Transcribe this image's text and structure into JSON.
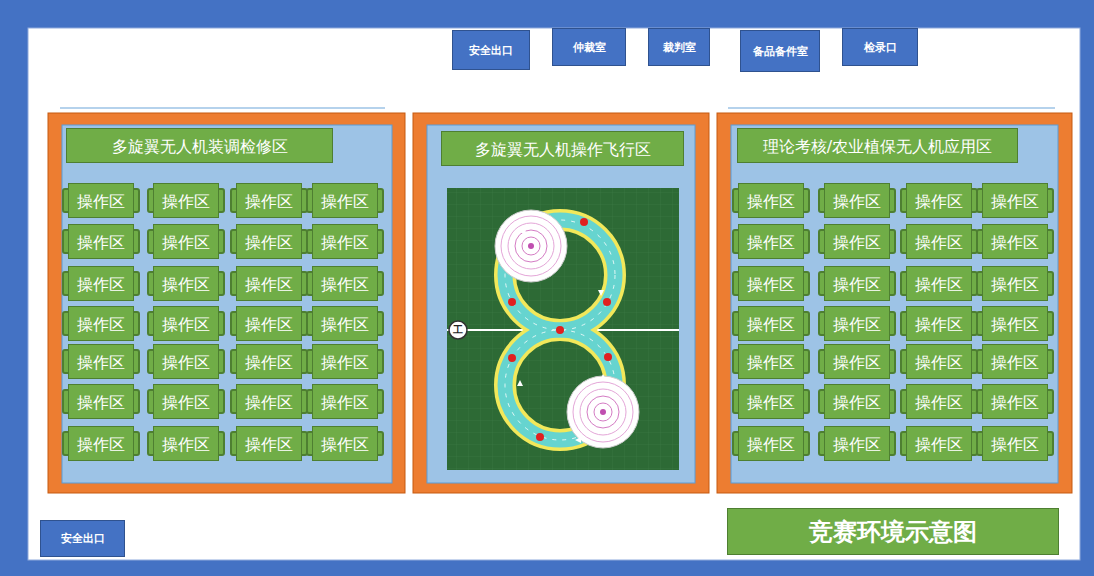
{
  "diagram": {
    "nodes": [
      {
        "text": [
          "安全出口"
        ]
      },
      {
        "text": [
          "仲裁室"
        ]
      },
      {
        "text": [
          "裁判室"
        ]
      },
      {
        "text": [
          "备品备件室"
        ]
      },
      {
        "text": [
          "检录口"
        ]
      },
      {
        "text": [
          "多旋翼无人机装调检修区"
        ]
      },
      {
        "text": [
          "操作区"
        ],
        "in": 5
      },
      {
        "text": [
          "操作区"
        ],
        "in": 5
      },
      {
        "text": [
          "操作区"
        ],
        "in": 5
      },
      {
        "text": [
          "操作区"
        ],
        "in": 5
      },
      {
        "text": [
          "操作区"
        ],
        "in": 5
      },
      {
        "text": [
          "操作区"
        ],
        "in": 5
      },
      {
        "text": [
          "操作区"
        ],
        "in": 5
      },
      {
        "text": [
          "操作区"
        ],
        "in": 5
      },
      {
        "text": [
          "操作区"
        ],
        "in": 5
      },
      {
        "text": [
          "操作区"
        ],
        "in": 5
      },
      {
        "text": [
          "操作区"
        ],
        "in": 5
      },
      {
        "text": [
          "操作区"
        ],
        "in": 5
      },
      {
        "text": [
          "操作区"
        ],
        "in": 5
      },
      {
        "text": [
          "操作区"
        ],
        "in": 5
      },
      {
        "text": [
          "操作区"
        ],
        "in": 5
      },
      {
        "text": [
          "操作区"
        ],
        "in": 5
      },
      {
        "text": [
          "操作区"
        ],
        "in": 5
      },
      {
        "text": [
          "操作区"
        ],
        "in": 5
      },
      {
        "text": [
          "操作区"
        ],
        "in": 5
      },
      {
        "text": [
          "操作区"
        ],
        "in": 5
      },
      {
        "text": [
          "操作区"
        ],
        "in": 5
      },
      {
        "text": [
          "操作区"
        ],
        "in": 5
      },
      {
        "text": [
          "操作区"
        ],
        "in": 5
      },
      {
        "text": [
          "操作区"
        ],
        "in": 5
      },
      {
        "text": [
          "操作区"
        ],
        "in": 5
      },
      {
        "text": [
          "操作区"
        ],
        "in": 5
      },
      {
        "text": [
          "操作区"
        ],
        "in": 5
      },
      {
        "text": [
          "操作区"
        ],
        "in": 5
      },
      {
        "text": [
          "多旋翼无人机操作飞行区"
        ]
      },
      {
        "text": [
          "理论考核/农业植保无人机应用区"
        ]
      },
      {
        "text": [
          "操作区"
        ],
        "in": 35
      },
      {
        "text": [
          "操作区"
        ],
        "in": 35
      },
      {
        "text": [
          "操作区"
        ],
        "in": 35
      },
      {
        "text": [
          "操作区"
        ],
        "in": 35
      },
      {
        "text": [
          "操作区"
        ],
        "in": 35
      },
      {
        "text": [
          "操作区"
        ],
        "in": 35
      },
      {
        "text": [
          "操作区"
        ],
        "in": 35
      },
      {
        "text": [
          "操作区"
        ],
        "in": 35
      },
      {
        "text": [
          "操作区"
        ],
        "in": 35
      },
      {
        "text": [
          "操作区"
        ],
        "in": 35
      },
      {
        "text": [
          "操作区"
        ],
        "in": 35
      },
      {
        "text": [
          "操作区"
        ],
        "in": 35
      },
      {
        "text": [
          "操作区"
        ],
        "in": 35
      },
      {
        "text": [
          "操作区"
        ],
        "in": 35
      },
      {
        "text": [
          "操作区"
        ],
        "in": 35
      },
      {
        "text": [
          "操作区"
        ],
        "in": 35
      },
      {
        "text": [
          "操作区"
        ],
        "in": 35
      },
      {
        "text": [
          "操作区"
        ],
        "in": 35
      },
      {
        "text": [
          "操作区"
        ],
        "in": 35
      },
      {
        "text": [
          "操作区"
        ],
        "in": 35
      },
      {
        "text": [
          "操作区"
        ],
        "in": 35
      },
      {
        "text": [
          "操作区"
        ],
        "in": 35
      },
      {
        "text": [
          "操作区"
        ],
        "in": 35
      },
      {
        "text": [
          "操作区"
        ],
        "in": 35
      },
      {
        "text": [
          "操作区"
        ],
        "in": 35
      },
      {
        "text": [
          "操作区"
        ],
        "in": 35
      },
      {
        "text": [
          "操作区"
        ],
        "in": 35
      },
      {
        "text": [
          "操作区"
        ],
        "in": 35
      },
      {
        "text": [
          "安全出口"
        ]
      },
      {
        "text": [
          "竞赛环境示意图"
        ]
      }
    ],
    "labels": [
      "工"
    ]
  }
}
